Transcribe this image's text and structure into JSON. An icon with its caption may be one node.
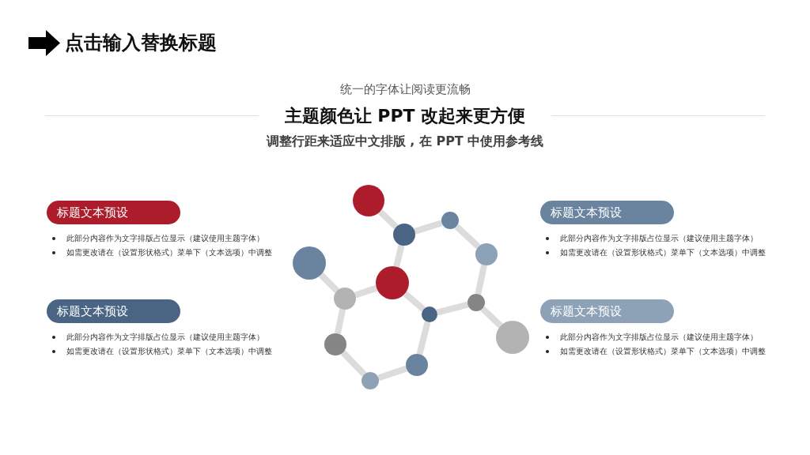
{
  "diagram": {
    "title": "点击输入替换标题",
    "nodes": [
      {
        "text": [
          "标题文本预设"
        ],
        "beside": [
          "此部分内容作为文字排版占位显示（建议使用主题字体）",
          "如需更改请在（设置形状格式）菜单下（文本选项）中调整"
        ]
      },
      {
        "text": [
          "标题文本预设"
        ],
        "beside": [
          "此部分内容作为文字排版占位显示（建议使用主题字体）",
          "如需更改请在（设置形状格式）菜单下（文本选项）中调整"
        ]
      },
      {
        "text": [
          "标题文本预设"
        ],
        "beside": [
          "此部分内容作为文字排版占位显示（建议使用主题字体）",
          "如需更改请在（设置形状格式）菜单下（文本选项）中调整"
        ]
      },
      {
        "text": [
          "标题文本预设"
        ],
        "beside": [
          "此部分内容作为文字排版占位显示（建议使用主题字体）",
          "如需更改请在（设置形状格式）菜单下（文本选项）中调整"
        ]
      },
      {
        "text": [],
        "shape": "circle"
      },
      {
        "text": [],
        "shape": "circle"
      },
      {
        "text": [],
        "shape": "circle"
      },
      {
        "text": [],
        "shape": "circle"
      },
      {
        "text": [],
        "shape": "circle"
      },
      {
        "text": [],
        "shape": "circle"
      },
      {
        "text": [],
        "shape": "circle"
      },
      {
        "text": [],
        "shape": "circle"
      },
      {
        "text": [],
        "shape": "circle"
      },
      {
        "text": [],
        "shape": "circle"
      },
      {
        "text": [],
        "shape": "circle"
      },
      {
        "text": [],
        "shape": "circle"
      },
      {
        "text": [],
        "shape": "circle"
      }
    ],
    "edges": [
      {
        "from": 4,
        "to": 6,
        "arrow": "none"
      },
      {
        "from": 6,
        "to": 5,
        "arrow": "none"
      },
      {
        "from": 5,
        "to": 7,
        "arrow": "none"
      },
      {
        "from": 7,
        "to": 11,
        "arrow": "none"
      },
      {
        "from": 11,
        "to": 13,
        "arrow": "none"
      },
      {
        "from": 11,
        "to": 12,
        "arrow": "none"
      },
      {
        "from": 12,
        "to": 9,
        "arrow": "none"
      },
      {
        "from": 9,
        "to": 6,
        "arrow": "none"
      },
      {
        "from": 9,
        "to": 10,
        "arrow": "none"
      },
      {
        "from": 10,
        "to": 8,
        "arrow": "none"
      },
      {
        "from": 10,
        "to": 14,
        "arrow": "none"
      },
      {
        "from": 14,
        "to": 16,
        "arrow": "none"
      },
      {
        "from": 16,
        "to": 15,
        "arrow": "none"
      },
      {
        "from": 15,
        "to": 12,
        "arrow": "none"
      }
    ],
    "labels": [
      "统一的字体让阅读更流畅",
      "主题颜色让 PPT 改起来更方便",
      "调整行距来适应中文排版 , 在 PPT 中使用参考线"
    ]
  }
}
